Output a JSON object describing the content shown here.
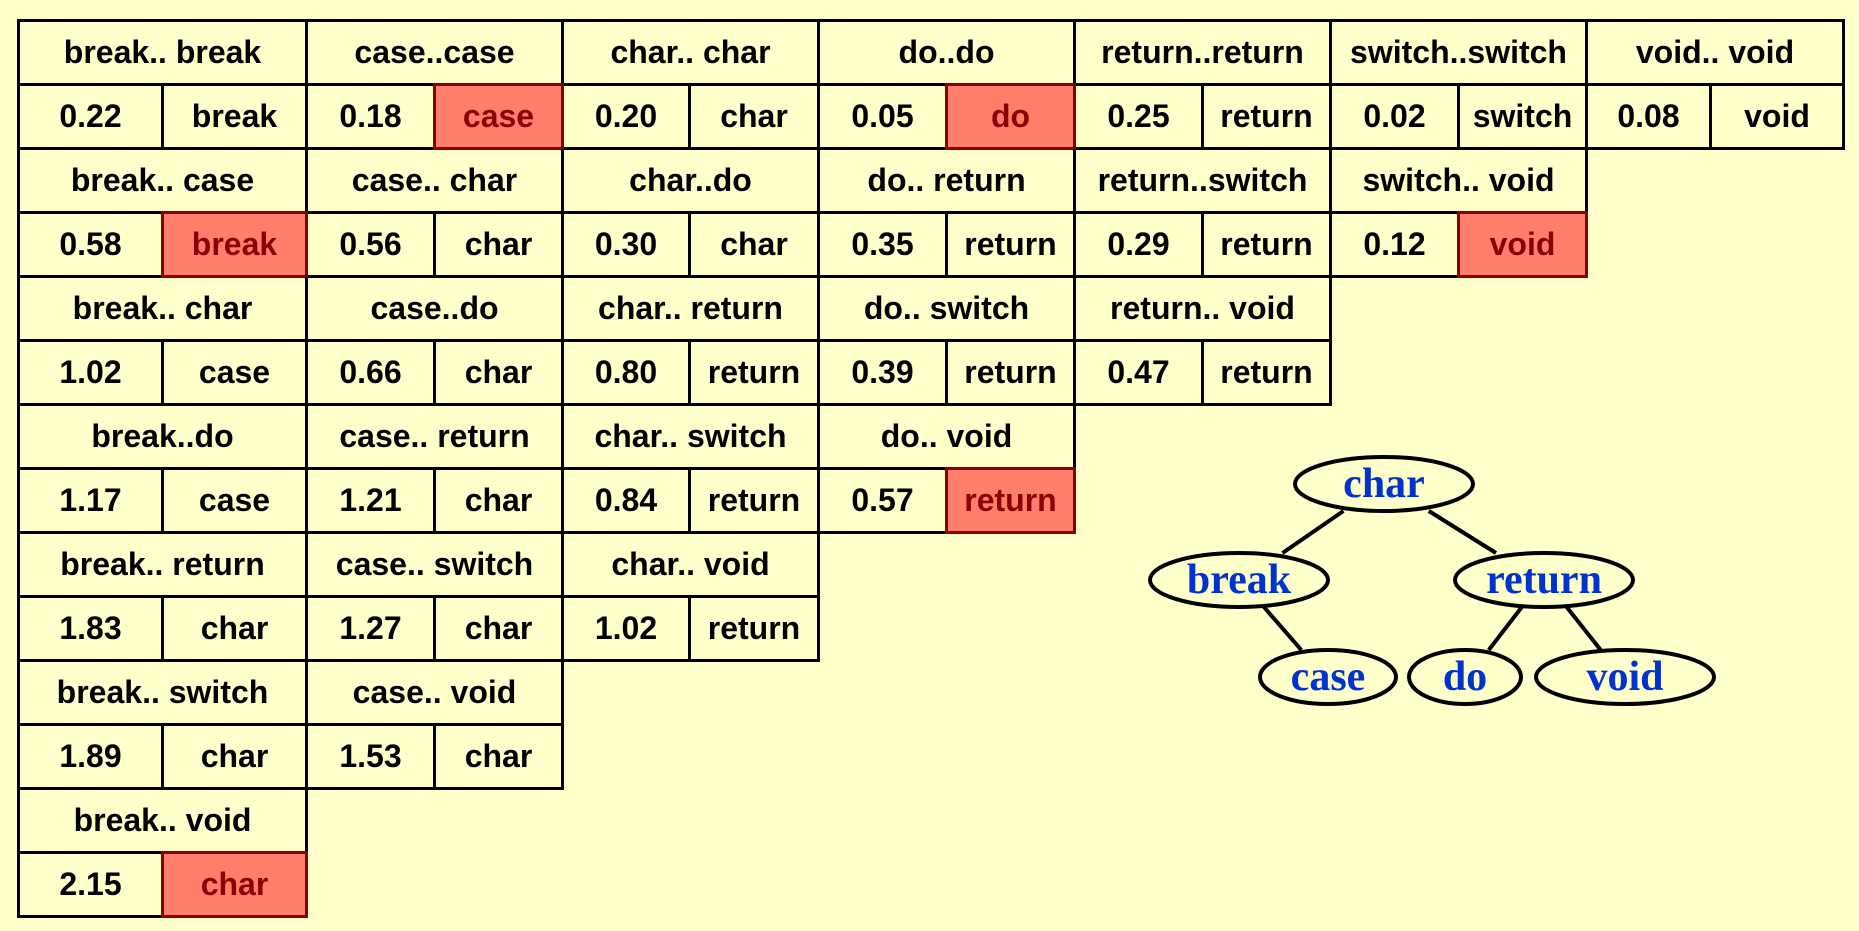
{
  "colors": {
    "background": "#FFFFCC",
    "highlight": "#FF7F6A",
    "highlight_text": "#8B0000",
    "tree_text": "#0033CC"
  },
  "columns": [
    {
      "cells": [
        {
          "header": "break.. break",
          "value": "0.22",
          "label": "break",
          "highlight": false
        },
        {
          "header": "break.. case",
          "value": "0.58",
          "label": "break",
          "highlight": true
        },
        {
          "header": "break.. char",
          "value": "1.02",
          "label": "case",
          "highlight": false
        },
        {
          "header": "break..do",
          "value": "1.17",
          "label": "case",
          "highlight": false
        },
        {
          "header": "break.. return",
          "value": "1.83",
          "label": "char",
          "highlight": false
        },
        {
          "header": "break.. switch",
          "value": "1.89",
          "label": "char",
          "highlight": false
        },
        {
          "header": "break.. void",
          "value": "2.15",
          "label": "char",
          "highlight": true
        }
      ]
    },
    {
      "cells": [
        {
          "header": "case..case",
          "value": "0.18",
          "label": "case",
          "highlight": true
        },
        {
          "header": "case.. char",
          "value": "0.56",
          "label": "char",
          "highlight": false
        },
        {
          "header": "case..do",
          "value": "0.66",
          "label": "char",
          "highlight": false
        },
        {
          "header": "case.. return",
          "value": "1.21",
          "label": "char",
          "highlight": false
        },
        {
          "header": "case.. switch",
          "value": "1.27",
          "label": "char",
          "highlight": false
        },
        {
          "header": "case.. void",
          "value": "1.53",
          "label": "char",
          "highlight": false
        }
      ]
    },
    {
      "cells": [
        {
          "header": "char.. char",
          "value": "0.20",
          "label": "char",
          "highlight": false
        },
        {
          "header": "char..do",
          "value": "0.30",
          "label": "char",
          "highlight": false
        },
        {
          "header": "char.. return",
          "value": "0.80",
          "label": "return",
          "highlight": false
        },
        {
          "header": "char.. switch",
          "value": "0.84",
          "label": "return",
          "highlight": false
        },
        {
          "header": "char.. void",
          "value": "1.02",
          "label": "return",
          "highlight": false
        }
      ]
    },
    {
      "cells": [
        {
          "header": "do..do",
          "value": "0.05",
          "label": "do",
          "highlight": true
        },
        {
          "header": "do.. return",
          "value": "0.35",
          "label": "return",
          "highlight": false
        },
        {
          "header": "do.. switch",
          "value": "0.39",
          "label": "return",
          "highlight": false
        },
        {
          "header": "do.. void",
          "value": "0.57",
          "label": "return",
          "highlight": true
        }
      ]
    },
    {
      "cells": [
        {
          "header": "return..return",
          "value": "0.25",
          "label": "return",
          "highlight": false
        },
        {
          "header": "return..switch",
          "value": "0.29",
          "label": "return",
          "highlight": false
        },
        {
          "header": "return.. void",
          "value": "0.47",
          "label": "return",
          "highlight": false
        }
      ]
    },
    {
      "cells": [
        {
          "header": "switch..switch",
          "value": "0.02",
          "label": "switch",
          "highlight": false
        },
        {
          "header": "switch.. void",
          "value": "0.12",
          "label": "void",
          "highlight": true
        }
      ]
    },
    {
      "cells": [
        {
          "header": "void.. void",
          "value": "0.08",
          "label": "void",
          "highlight": false
        }
      ]
    }
  ],
  "tree": {
    "nodes": [
      {
        "id": "char",
        "label": "char"
      },
      {
        "id": "break",
        "label": "break"
      },
      {
        "id": "return",
        "label": "return"
      },
      {
        "id": "case",
        "label": "case"
      },
      {
        "id": "do",
        "label": "do"
      },
      {
        "id": "void",
        "label": "void"
      }
    ],
    "edges": [
      [
        "char",
        "break"
      ],
      [
        "char",
        "return"
      ],
      [
        "break",
        "case"
      ],
      [
        "return",
        "do"
      ],
      [
        "return",
        "void"
      ]
    ]
  }
}
